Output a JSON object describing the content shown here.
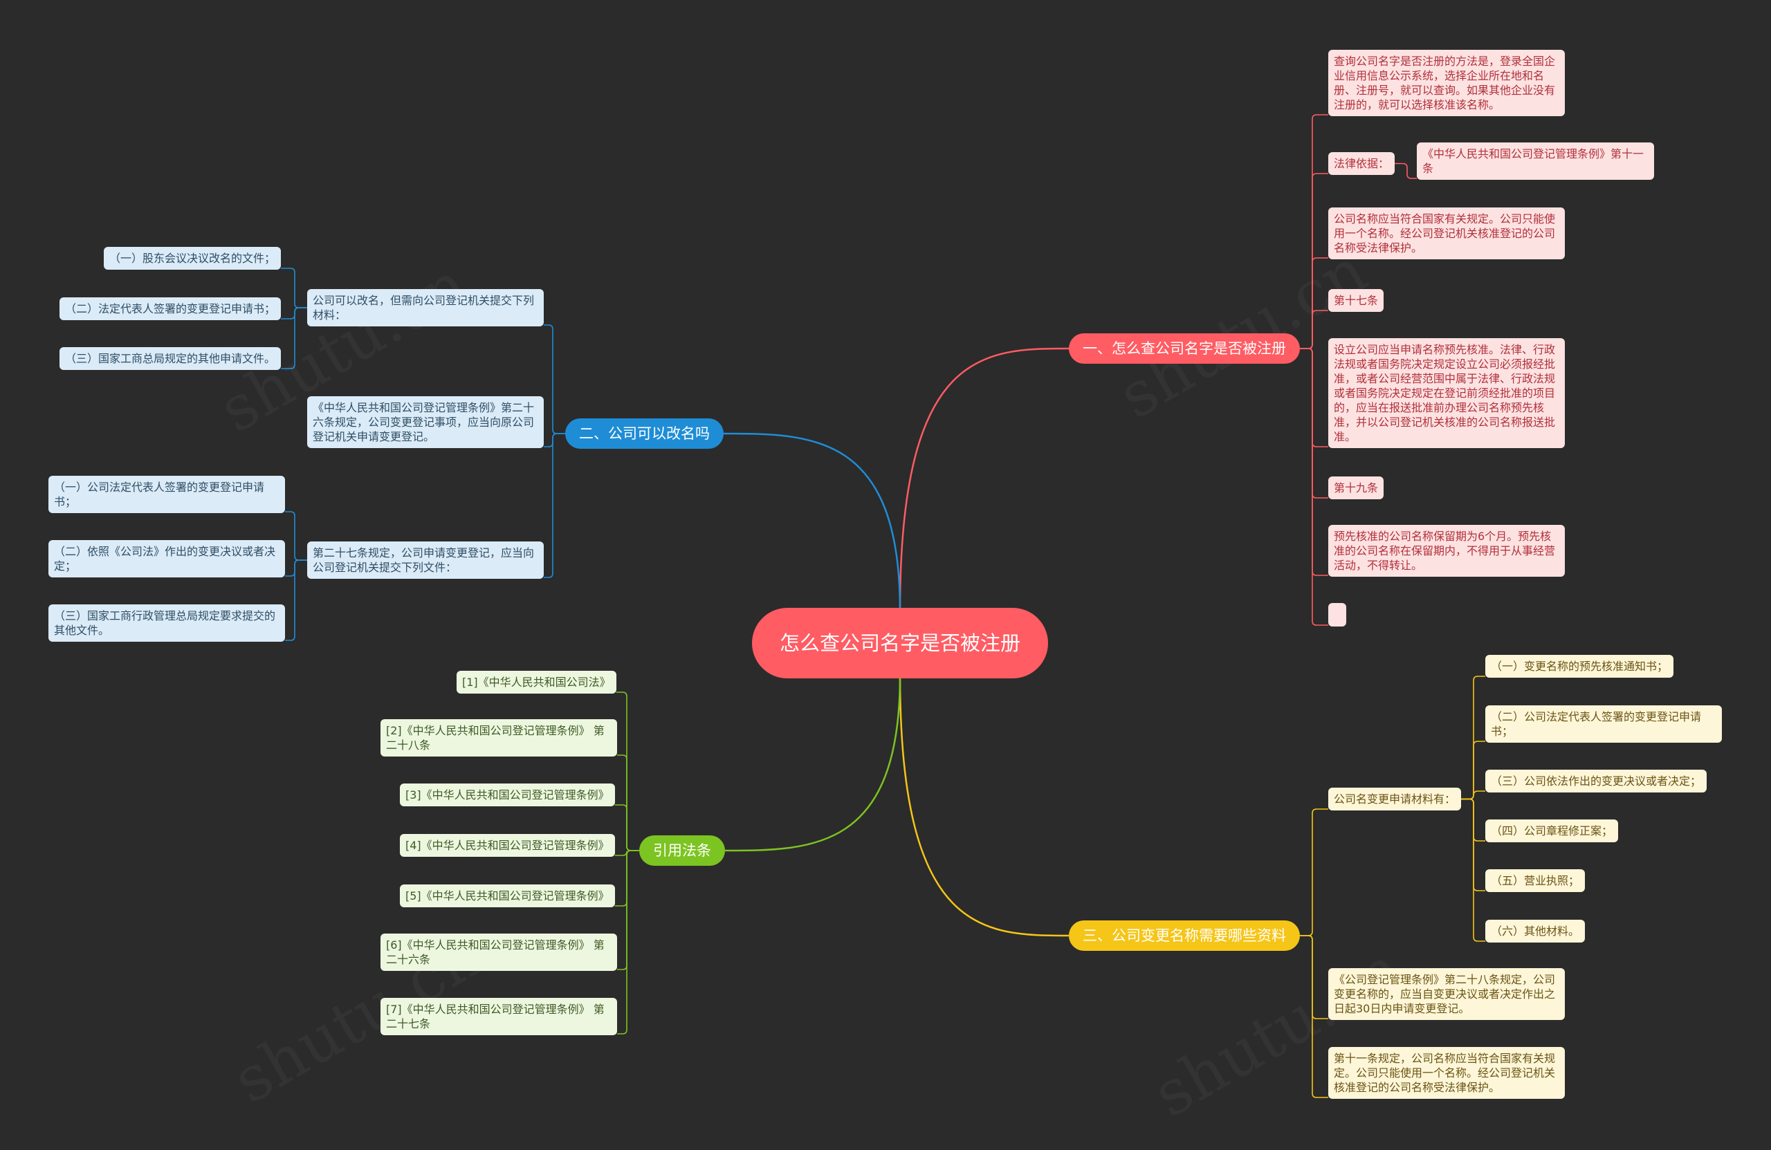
{
  "root": "怎么查公司名字是否被注册",
  "watermark": "shutu.cn",
  "colors": {
    "background": "#2b2b2b",
    "root": "#ff5c63",
    "branch1": "#ff5c63",
    "branch2": "#1f8dd6",
    "branch3": "#f5c518",
    "branch4": "#7cc421"
  },
  "branch1": {
    "title": "一、怎么查公司名字是否被注册",
    "items": [
      "查询公司名字是否注册的方法是，登录全国企业信用信息公示系统，选择企业所在地和名册、注册号，就可以查询。如果其他企业没有注册的，就可以选择核准该名称。",
      "法律依据：",
      "《中华人民共和国公司登记管理条例》第十一条",
      "公司名称应当符合国家有关规定。公司只能使用一个名称。经公司登记机关核准登记的公司名称受法律保护。",
      "第十七条",
      "设立公司应当申请名称预先核准。法律、行政法规或者国务院决定规定设立公司必须报经批准，或者公司经营范围中属于法律、行政法规或者国务院决定规定在登记前须经批准的项目的，应当在报送批准前办理公司名称预先核准，并以公司登记机关核准的公司名称报送批准。",
      "第十九条",
      "预先核准的公司名称保留期为6个月。预先核准的公司名称在保留期内，不得用于从事经营活动，不得转让。",
      ""
    ]
  },
  "branch2": {
    "title": "二、公司可以改名吗",
    "groupA": {
      "label": "公司可以改名，但需向公司登记机关提交下列材料：",
      "children": [
        "（一）股东会议决议改名的文件；",
        "（二）法定代表人签署的变更登记申请书；",
        "（三）国家工商总局规定的其他申请文件。"
      ]
    },
    "middle": "《中华人民共和国公司登记管理条例》第二十六条规定，公司变更登记事项，应当向原公司登记机关申请变更登记。",
    "groupB": {
      "label": "第二十七条规定，公司申请变更登记，应当向公司登记机关提交下列文件：",
      "children": [
        "（一）公司法定代表人签署的变更登记申请书；",
        "（二）依照《公司法》作出的变更决议或者决定；",
        "（三）国家工商行政管理总局规定要求提交的其他文件。"
      ]
    }
  },
  "branch3": {
    "title": "三、公司变更名称需要哪些资料",
    "group": {
      "label": "公司名变更申请材料有：",
      "children": [
        "（一）变更名称的预先核准通知书；",
        "（二）公司法定代表人签署的变更登记申请书；",
        "（三）公司依法作出的变更决议或者决定；",
        "（四）公司章程修正案；",
        "（五）营业执照；",
        "（六）其他材料。"
      ]
    },
    "items": [
      "《公司登记管理条例》第二十八条规定，公司变更名称的，应当自变更决议或者决定作出之日起30日内申请变更登记。",
      "第十一条规定，公司名称应当符合国家有关规定。公司只能使用一个名称。经公司登记机关核准登记的公司名称受法律保护。"
    ]
  },
  "branch4": {
    "title": "引用法条",
    "items": [
      "[1]《中华人民共和国公司法》",
      "[2]《中华人民共和国公司登记管理条例》 第二十八条",
      "[3]《中华人民共和国公司登记管理条例》",
      "[4]《中华人民共和国公司登记管理条例》",
      "[5]《中华人民共和国公司登记管理条例》",
      "[6]《中华人民共和国公司登记管理条例》 第二十六条",
      "[7]《中华人民共和国公司登记管理条例》 第二十七条"
    ]
  }
}
